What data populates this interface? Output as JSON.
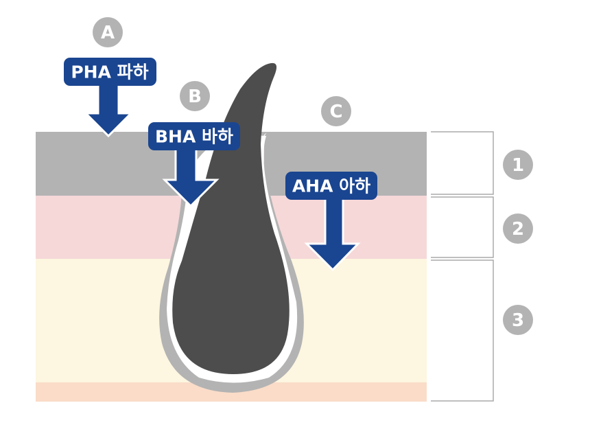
{
  "markers": {
    "a": "A",
    "b": "B",
    "c": "C"
  },
  "layers": {
    "one": "1",
    "two": "2",
    "three": "3"
  },
  "arrows": {
    "pha": "PHA 파하",
    "bha": "BHA 바하",
    "aha": "AHA 아하"
  },
  "colors": {
    "arrow": "#1a4590",
    "marker": "#b3b3b3",
    "stratum": "#b3b3b3",
    "epidermis": "#f6d8d9",
    "dermis": "#fdf6e0",
    "subcutis": "#fadcc8",
    "hair": "#4d4d4d"
  }
}
